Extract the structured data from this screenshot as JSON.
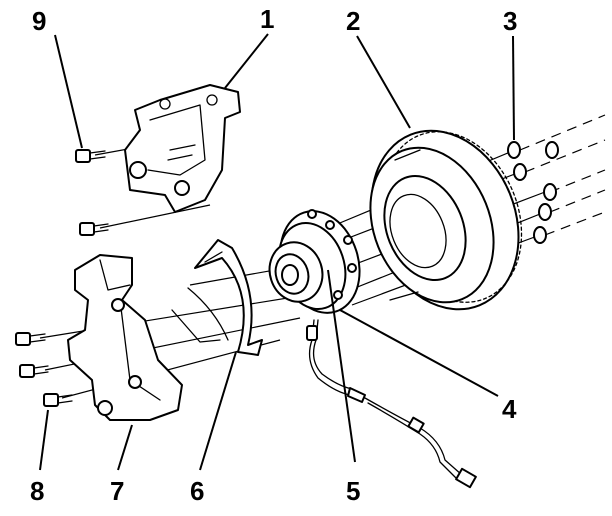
{
  "diagram": {
    "callouts": [
      {
        "id": "1",
        "label": "1"
      },
      {
        "id": "2",
        "label": "2"
      },
      {
        "id": "3",
        "label": "3"
      },
      {
        "id": "4",
        "label": "4"
      },
      {
        "id": "5",
        "label": "5"
      },
      {
        "id": "6",
        "label": "6"
      },
      {
        "id": "7",
        "label": "7"
      },
      {
        "id": "8",
        "label": "8"
      },
      {
        "id": "9",
        "label": "9"
      }
    ],
    "parts": [
      {
        "id": "1",
        "icon": "brake-caliper-icon"
      },
      {
        "id": "2",
        "icon": "brake-rotor-icon"
      },
      {
        "id": "3",
        "icon": "lug-nut-icon"
      },
      {
        "id": "4",
        "icon": "wheel-hub-bearing-icon"
      },
      {
        "id": "5",
        "icon": "wheel-speed-sensor-icon"
      },
      {
        "id": "6",
        "icon": "splash-shield-icon"
      },
      {
        "id": "7",
        "icon": "steering-knuckle-icon"
      },
      {
        "id": "8",
        "icon": "hub-bolt-icon"
      },
      {
        "id": "9",
        "icon": "caliper-bolt-icon"
      }
    ]
  }
}
